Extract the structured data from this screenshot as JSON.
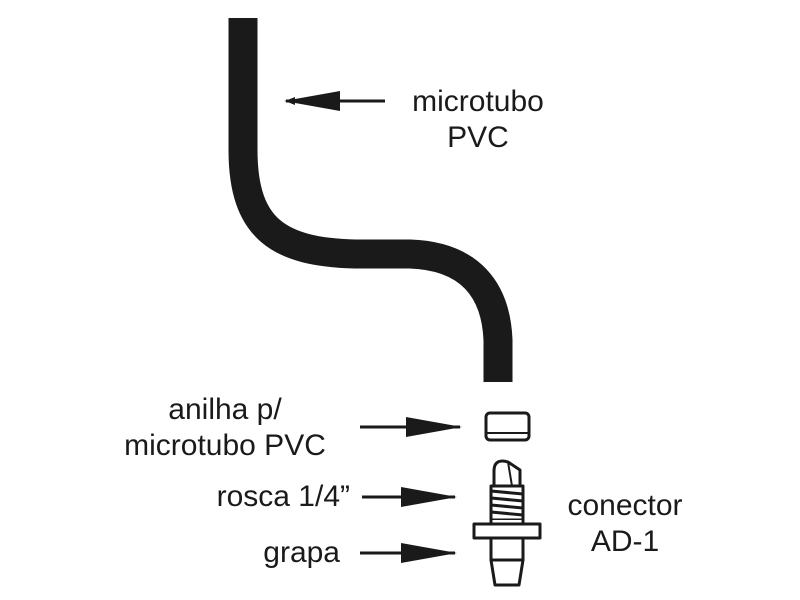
{
  "labels": {
    "microtubo": {
      "line1": "microtubo",
      "line2": "PVC"
    },
    "anilha": {
      "line1": "anilha p/",
      "line2": "microtubo PVC"
    },
    "rosca": "rosca 1/4”",
    "grapa": "grapa",
    "conector": {
      "line1": "conector",
      "line2": "AD-1"
    }
  },
  "colors": {
    "ink": "#1a1a1a",
    "background": "#ffffff"
  }
}
